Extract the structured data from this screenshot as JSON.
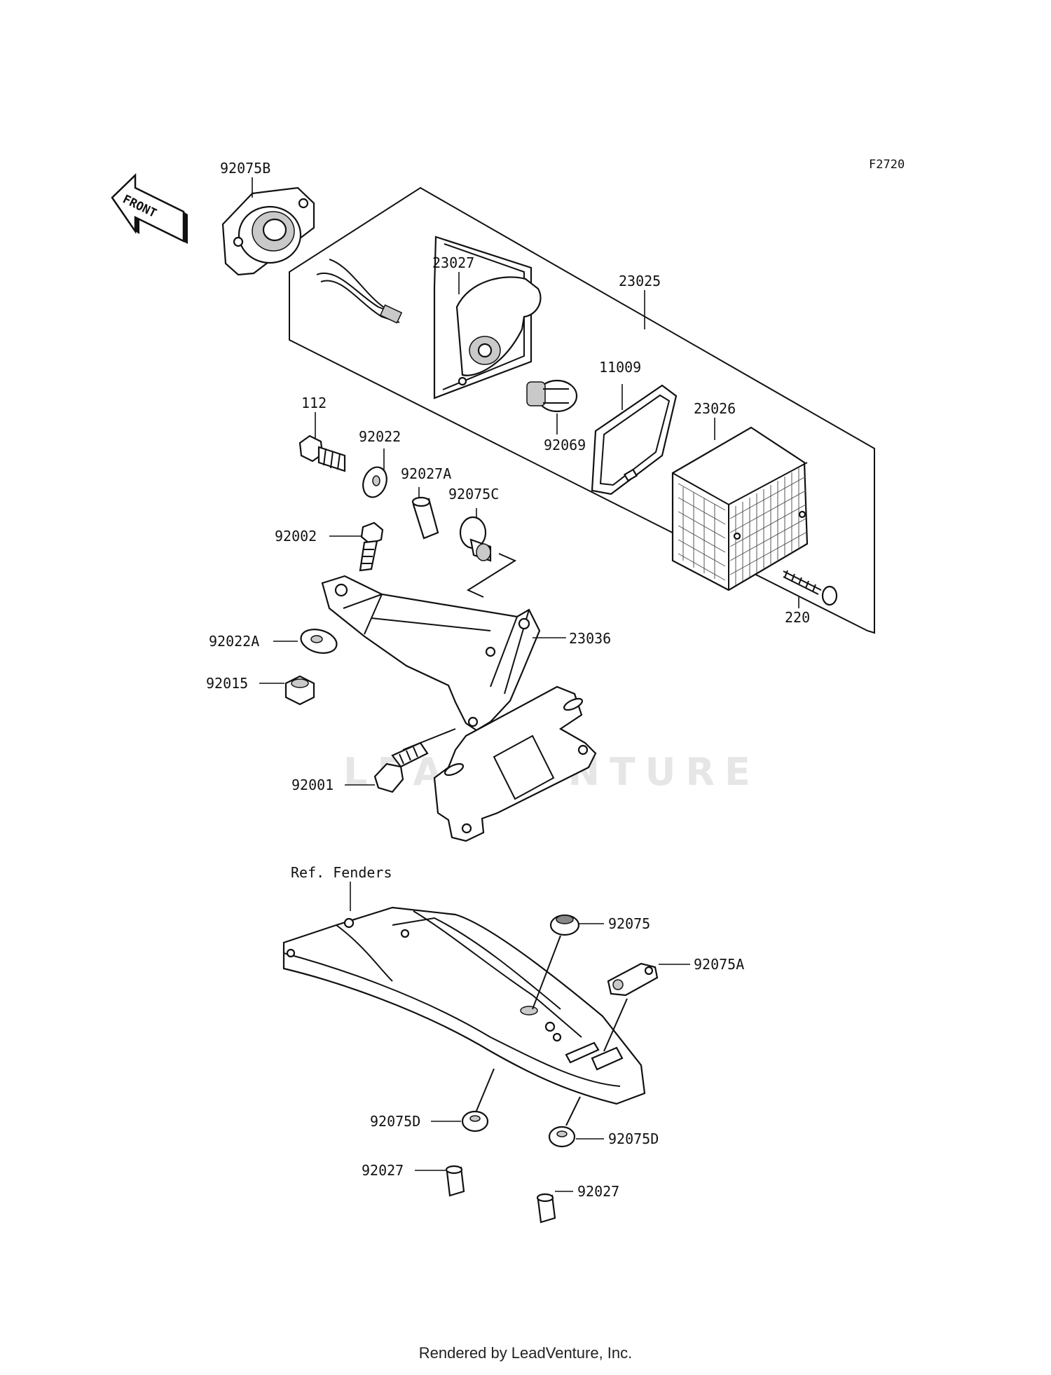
{
  "figure": {
    "code": "F2720",
    "front_label": "FRONT",
    "watermark": "LEADVENTURE",
    "footer": "Rendered by LeadVenture, Inc.",
    "ref_note": "Ref. Fenders"
  },
  "parts": [
    {
      "id": "p92075B",
      "label": "92075B"
    },
    {
      "id": "p23027",
      "label": "23027"
    },
    {
      "id": "p23025",
      "label": "23025"
    },
    {
      "id": "p11009",
      "label": "11009"
    },
    {
      "id": "p112",
      "label": "112"
    },
    {
      "id": "p92022",
      "label": "92022"
    },
    {
      "id": "p23026",
      "label": "23026"
    },
    {
      "id": "p92069",
      "label": "92069"
    },
    {
      "id": "p92027A",
      "label": "92027A"
    },
    {
      "id": "p92075C",
      "label": "92075C"
    },
    {
      "id": "p92002",
      "label": "92002"
    },
    {
      "id": "p220",
      "label": "220"
    },
    {
      "id": "p23036",
      "label": "23036"
    },
    {
      "id": "p92022A",
      "label": "92022A"
    },
    {
      "id": "p92015",
      "label": "92015"
    },
    {
      "id": "p92001",
      "label": "92001"
    },
    {
      "id": "p92075",
      "label": "92075"
    },
    {
      "id": "p92075A",
      "label": "92075A"
    },
    {
      "id": "p92075D_left",
      "label": "92075D"
    },
    {
      "id": "p92075D_right",
      "label": "92075D"
    },
    {
      "id": "p92027_left",
      "label": "92027"
    },
    {
      "id": "p92027_right",
      "label": "92027"
    }
  ]
}
